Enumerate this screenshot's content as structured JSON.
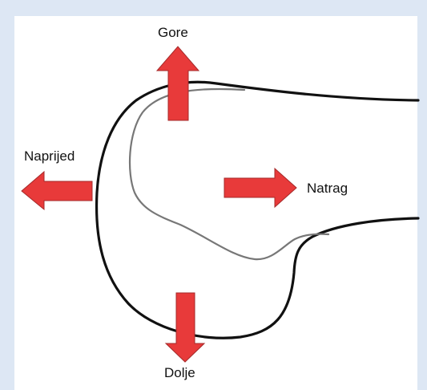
{
  "colors": {
    "frame": "#dde7f4",
    "arrow": "#e83a3a",
    "arrow_outline": "#a52a2a",
    "outline": "#111111",
    "inner_line": "#777777"
  },
  "labels": {
    "up": "Gore",
    "forward": "Naprijed",
    "back": "Natrag",
    "down": "Dolje"
  }
}
